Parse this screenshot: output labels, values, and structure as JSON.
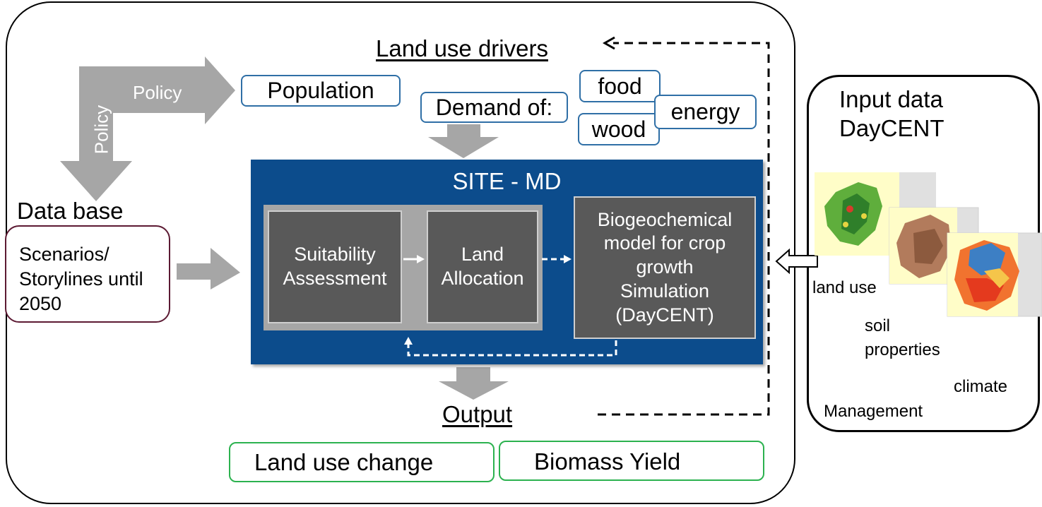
{
  "land_use_drivers": {
    "heading": "Land use drivers",
    "population": "Population",
    "demand_label": "Demand of:",
    "demand_items": [
      "food",
      "energy",
      "wood"
    ]
  },
  "policy": {
    "horizontal_label": "Policy",
    "vertical_label": "Policy"
  },
  "database": {
    "heading": "Data base",
    "box_lines": [
      "Scenarios/",
      "Storylines until",
      "2050"
    ]
  },
  "site_md": {
    "title": "SITE - MD",
    "suitability_lines": [
      "Suitability",
      "Assessment"
    ],
    "allocation_lines": [
      "Land",
      "Allocation"
    ],
    "biogeochemical_lines": [
      "Biogeochemical",
      "model for crop",
      "growth",
      "Simulation",
      "(DayCENT)"
    ]
  },
  "output": {
    "heading": "Output",
    "items": [
      "Land use change",
      "Biomass Yield"
    ]
  },
  "input_data": {
    "title_lines": [
      "Input data",
      "DayCENT"
    ],
    "labels": {
      "land_use": "land use",
      "soil": "soil",
      "properties": "properties",
      "climate": "climate",
      "management": "Management"
    }
  },
  "colors": {
    "site_blue": "#0c4c8c",
    "arrow_grey": "#a6a6a6",
    "driver_border": "#2f6fa6",
    "output_border": "#2cb24f",
    "database_border": "#5c1a33"
  }
}
